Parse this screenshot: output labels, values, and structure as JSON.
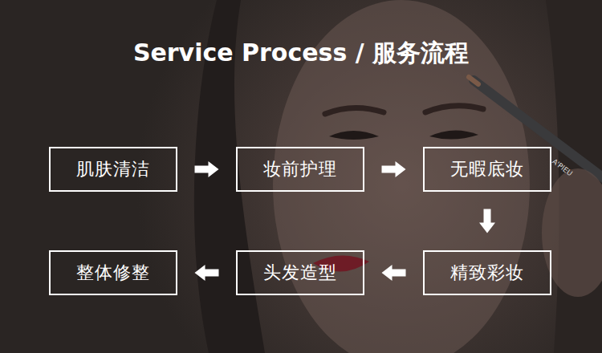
{
  "diagram": {
    "title": "Service Process / 服务流程",
    "nodes": [
      {
        "text": [
          "肌肤清洁"
        ]
      },
      {
        "text": [
          "妆前护理"
        ]
      },
      {
        "text": [
          "无暇底妆"
        ]
      },
      {
        "text": [
          "精致彩妆"
        ]
      },
      {
        "text": [
          "头发造型"
        ]
      },
      {
        "text": [
          "整体修整"
        ]
      }
    ],
    "edges": [
      {
        "from": 0,
        "to": 1,
        "arrow": "to"
      },
      {
        "from": 1,
        "to": 2,
        "arrow": "to"
      },
      {
        "from": 2,
        "to": 3,
        "arrow": "to"
      },
      {
        "from": 3,
        "to": 4,
        "arrow": "to"
      },
      {
        "from": 4,
        "to": 5,
        "arrow": "to"
      }
    ],
    "labels": [
      "A'PIEU"
    ]
  }
}
